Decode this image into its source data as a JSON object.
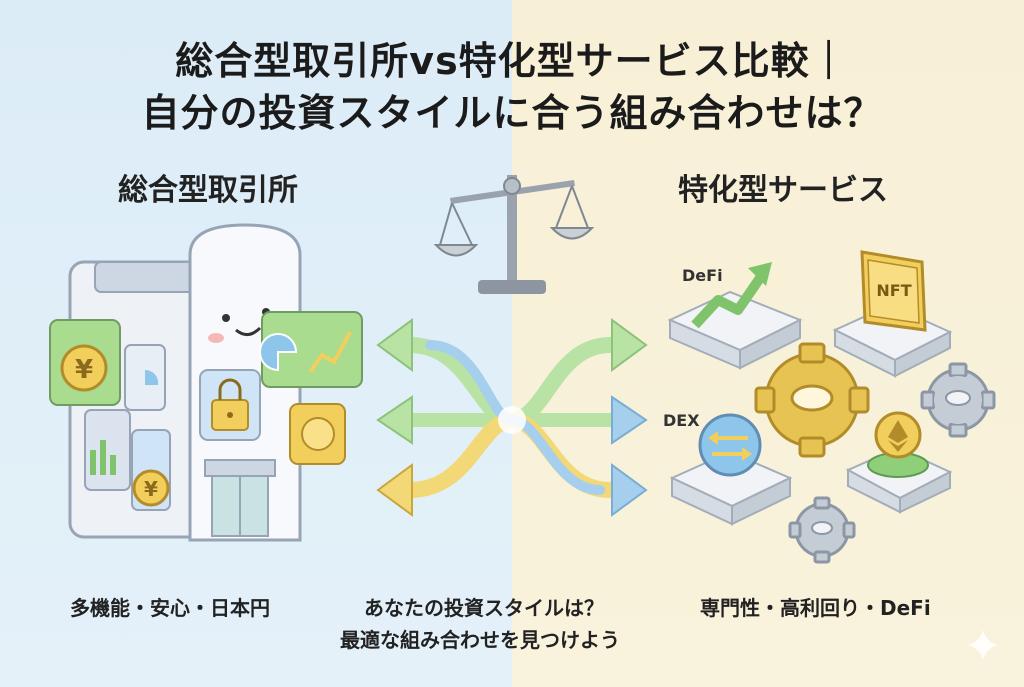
{
  "title": {
    "line1": "総合型取引所vs特化型サービス比較｜",
    "line2": "自分の投資スタイルに合う組み合わせは？"
  },
  "left": {
    "heading": "総合型取引所",
    "caption": "多機能・安心・日本円",
    "coin_symbol": "¥"
  },
  "right": {
    "heading": "特化型サービス",
    "caption": "専門性・高利回り・DeFi",
    "defi_label": "DeFi",
    "dex_label": "DEX",
    "nft_label": "NFT"
  },
  "center": {
    "line1": "あなたの投資スタイルは？",
    "line2": "最適な組み合わせを見つけよう"
  },
  "colors": {
    "left_bg": "#dcecf7",
    "right_bg": "#f8f0d6",
    "green": "#8fcf7a",
    "yellow": "#f2cf5c",
    "blue": "#8ec5ea",
    "gear": "#e7c353"
  }
}
